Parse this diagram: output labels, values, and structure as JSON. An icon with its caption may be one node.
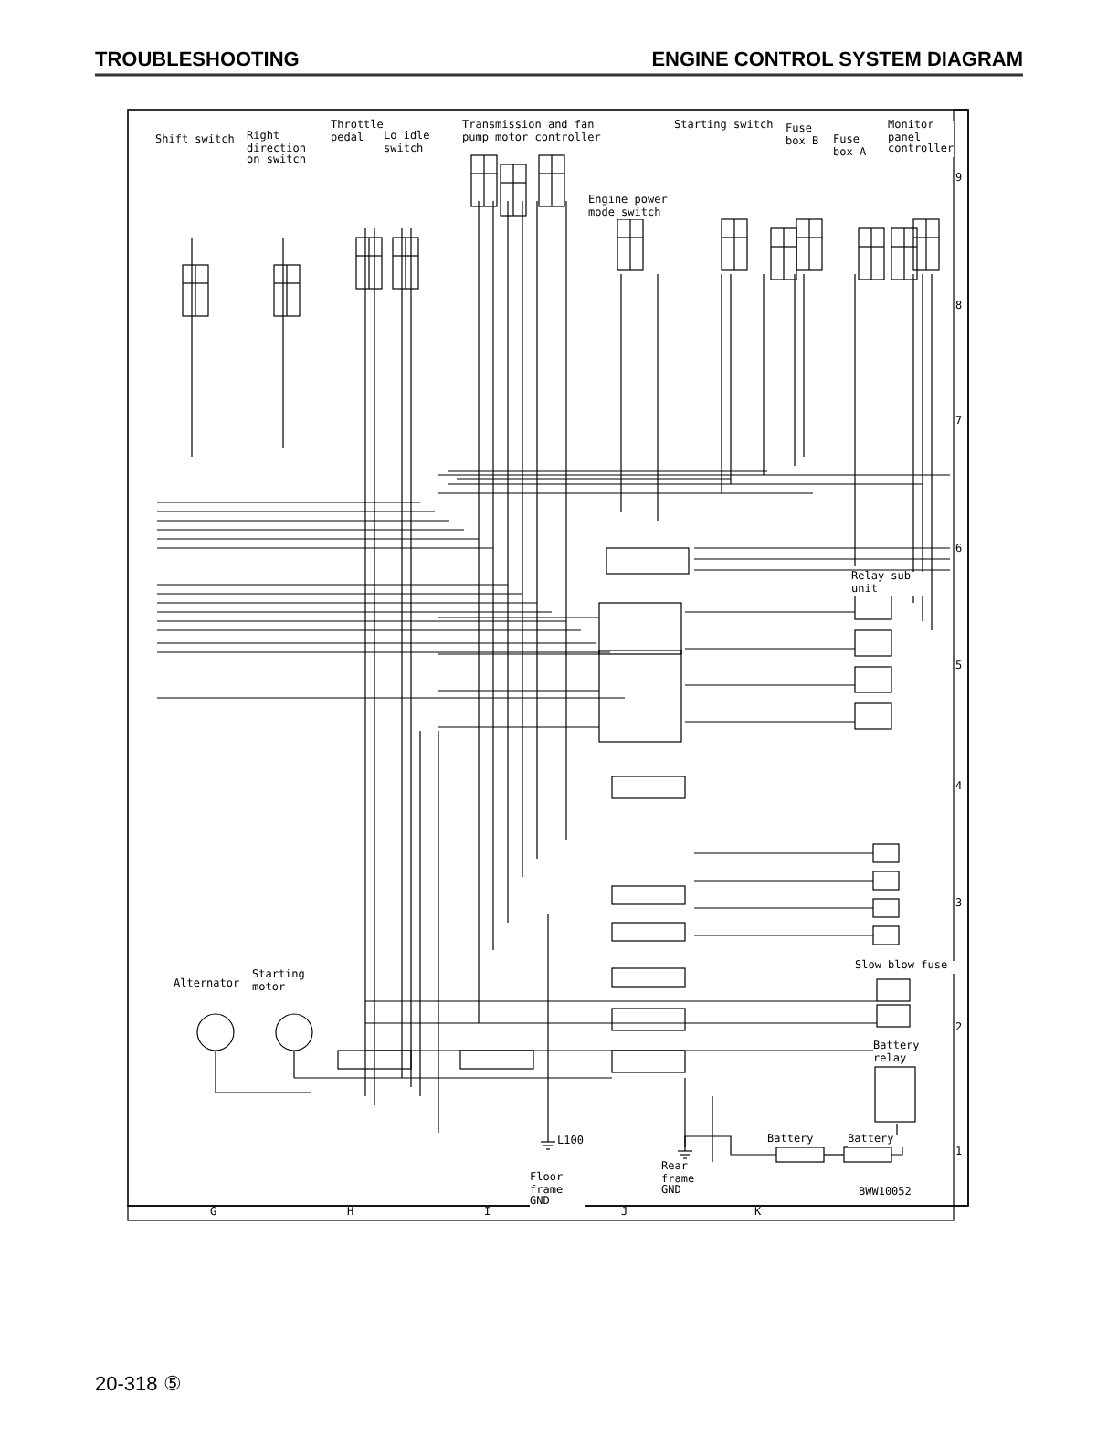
{
  "diagram": {
    "title": "ENGINE CONTROL SYSTEM DIAGRAM",
    "nodes": [
      {
        "text": [
          "Shift switch"
        ]
      },
      {
        "text": [
          "Right direction on switch"
        ]
      },
      {
        "text": [
          "Throttle pedal"
        ]
      },
      {
        "text": [
          "Lo idle switch"
        ]
      },
      {
        "text": [
          "Transmission and fan pump motor controller"
        ]
      },
      {
        "text": [
          "Engine power mode switch"
        ]
      },
      {
        "text": [
          "Starting switch"
        ]
      },
      {
        "text": [
          "Fuse box B"
        ]
      },
      {
        "text": [
          "Fuse box A"
        ]
      },
      {
        "text": [
          "Monitor panel controller"
        ]
      },
      {
        "text": [
          "Relay sub unit"
        ]
      },
      {
        "text": [
          "Slow blow fuse"
        ]
      },
      {
        "text": [
          "Battery relay"
        ]
      },
      {
        "text": [
          "Alternator"
        ]
      },
      {
        "text": [
          "Starting motor"
        ]
      },
      {
        "text": [
          "Floor frame GND"
        ]
      },
      {
        "text": [
          "Rear frame GND"
        ]
      },
      {
        "text": [
          "Battery"
        ]
      },
      {
        "text": [
          "Battery"
        ]
      }
    ],
    "edges": [
      {
        "from": 16,
        "to": 17,
        "arrow": "none"
      },
      {
        "from": 17,
        "to": 18,
        "arrow": "none"
      },
      {
        "from": 12,
        "to": 18,
        "arrow": "none"
      }
    ],
    "labels": [
      "TROUBLESHOOTING",
      "9",
      "8",
      "7",
      "6",
      "5",
      "4",
      "3",
      "2",
      "1",
      "L100",
      "BWW10052",
      "G",
      "H",
      "I",
      "J",
      "K",
      "20-318 ⑤"
    ]
  }
}
